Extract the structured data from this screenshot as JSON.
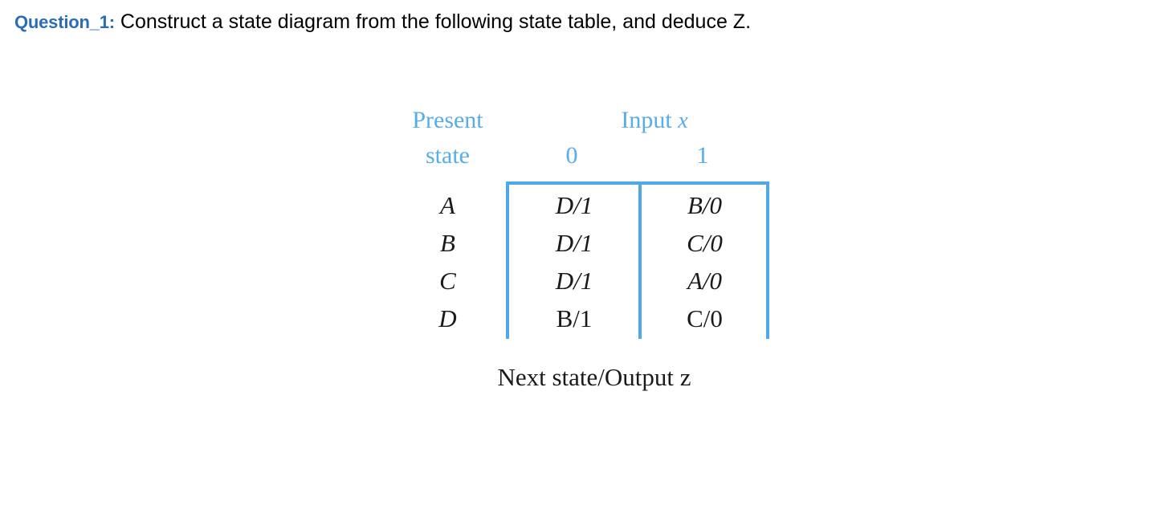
{
  "question": {
    "tag": "Question_1:",
    "tag_color": "#2b6cb8",
    "text": "Construct a state diagram from the following state table, and deduce Z."
  },
  "state_table": {
    "accent_color": "#4fa8e8",
    "header_text_color": "#56ade8",
    "body_text_color": "#1a1a1a",
    "present_state_label_line1": "Present",
    "present_state_label_line2": "state",
    "input_label": "Input",
    "input_variable": "x",
    "column_headers": [
      "0",
      "1"
    ],
    "row_labels": [
      "A",
      "B",
      "C",
      "D"
    ],
    "rows": [
      {
        "state": "A",
        "x0": "D/1",
        "x1": "B/0",
        "x0_upright": false,
        "x1_upright": false
      },
      {
        "state": "B",
        "x0": "D/1",
        "x1": "C/0",
        "x0_upright": false,
        "x1_upright": false
      },
      {
        "state": "C",
        "x0": "D/1",
        "x1": "A/0",
        "x0_upright": false,
        "x1_upright": false
      },
      {
        "state": "D",
        "x0": "B/1",
        "x1": "C/0",
        "x0_upright": true,
        "x1_upright": true
      }
    ],
    "caption": "Next state/Output z"
  }
}
